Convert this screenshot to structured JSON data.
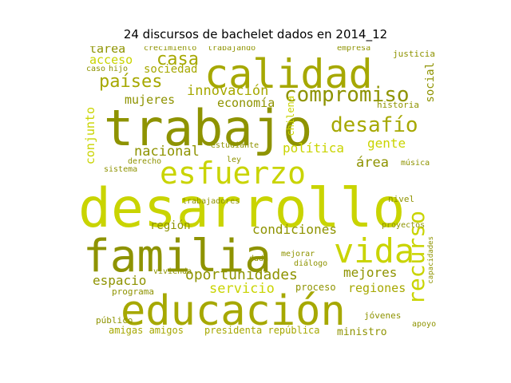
{
  "title": "24 discursos de bachelet dados en 2014_12",
  "colors": {
    "dark": "#8e9300",
    "mid": "#a6a800",
    "light": "#c9d400",
    "pale": "#d7dc3a"
  },
  "words": [
    "desarrollo",
    "trabajo",
    "educación",
    "familia",
    "calidad",
    "esfuerzo",
    "vida",
    "compromiso",
    "desafío",
    "países",
    "recurso",
    "oportunidades",
    "casa",
    "condiciones",
    "política",
    "nacional",
    "innovación",
    "región",
    "servicio",
    "gente",
    "mejores",
    "espacio",
    "regiones",
    "sociedad",
    "mujeres",
    "acceso",
    "tarea",
    "economía",
    "conjunto",
    "área",
    "social",
    "historia",
    "presidenta república",
    "amigas amigos",
    "ministro",
    "chilena",
    "proceso",
    "crecimiento",
    "trabajando",
    "justicia",
    "empresa",
    "derecho",
    "nivel",
    "proyectos",
    "estudiante",
    "trabajadores",
    "sistema",
    "programa",
    "público",
    "jóvenes",
    "vivienda",
    "apoyo",
    "música",
    "mejorar",
    "diálogo",
    "caso",
    "hijo",
    "duda",
    "ley",
    "capacidades"
  ]
}
